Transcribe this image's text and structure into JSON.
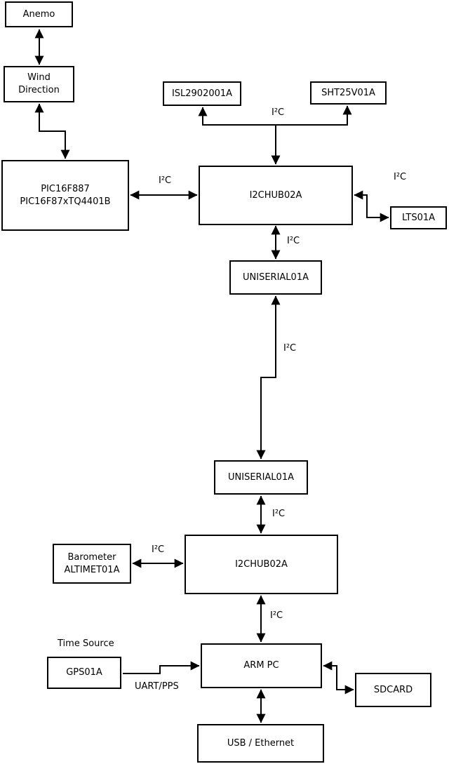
{
  "nodes": {
    "anemo": {
      "label": "Anemo"
    },
    "wind_direction": {
      "line1": "Wind",
      "line2": "Direction"
    },
    "pic": {
      "line1": "PIC16F887",
      "line2": "PIC16F87xTQ4401B"
    },
    "isl": {
      "label": "ISL2902001A"
    },
    "sht": {
      "label": "SHT25V01A"
    },
    "i2c_hub_top": {
      "label": "I2CHUB02A"
    },
    "lts": {
      "label": "LTS01A"
    },
    "uniserial_top": {
      "label": "UNISERIAL01A"
    },
    "uniserial_bottom": {
      "label": "UNISERIAL01A"
    },
    "i2c_hub_bottom": {
      "label": "I2CHUB02A"
    },
    "barometer": {
      "line1": "Barometer",
      "line2": "ALTIMET01A"
    },
    "gps": {
      "label": "GPS01A"
    },
    "arm_pc": {
      "label": "ARM PC"
    },
    "sdcard": {
      "label": "SDCARD"
    },
    "usb_ethernet": {
      "label": "USB / Ethernet"
    }
  },
  "edge_labels": {
    "i2c": "I²C",
    "uart_pps": "UART/PPS",
    "time_source": "Time Source"
  },
  "colors": {
    "line": "#000000",
    "background": "#ffffff",
    "text": "#000000"
  }
}
